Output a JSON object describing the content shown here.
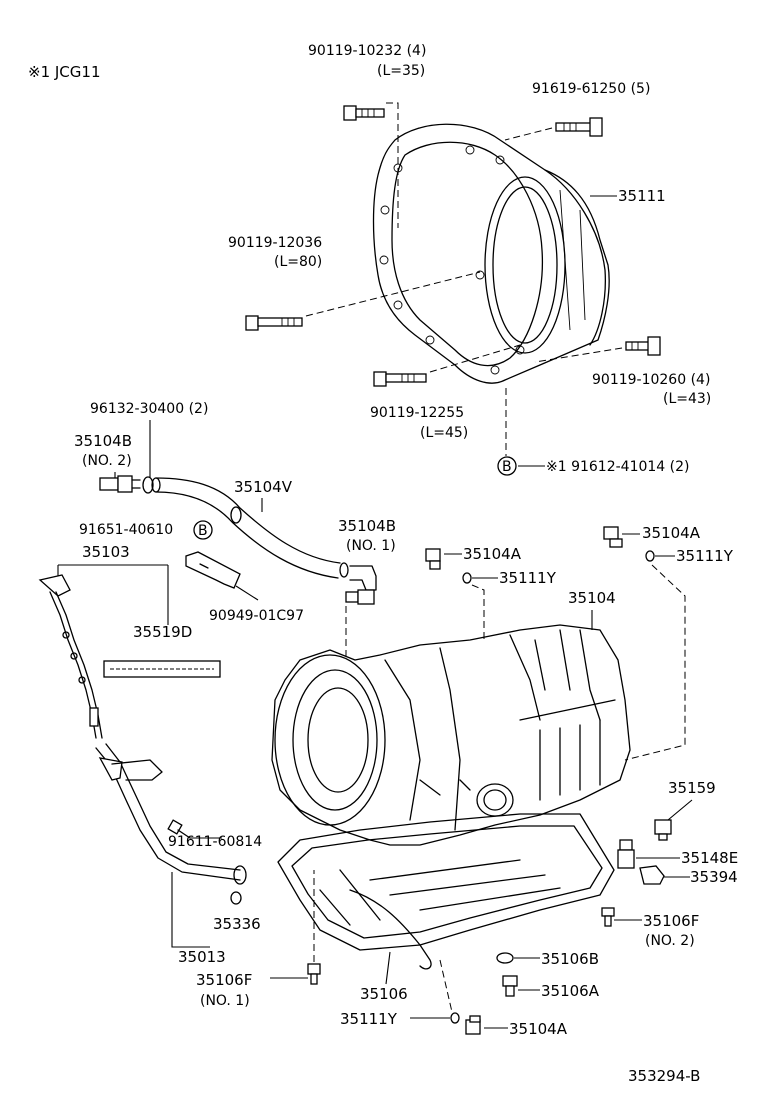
{
  "header": {
    "note": "※1  JCG11"
  },
  "labels": {
    "bolt_90119_10232": "90119-10232 (4)",
    "bolt_90119_10232_len": "(L=35)",
    "bolt_91619_61250": "91619-61250 (5)",
    "housing_35111": "35111",
    "bolt_90119_12036": "90119-12036",
    "bolt_90119_12036_len": "(L=80)",
    "bolt_90119_10260": "90119-10260 (4)",
    "bolt_90119_10260_len": "(L=43)",
    "bolt_90119_12255": "90119-12255",
    "bolt_90119_12255_len": "(L=45)",
    "ref_b_note": "※1 91612-41014 (2)",
    "clip_96132_30400": "96132-30400 (2)",
    "union_35104b_no2": "35104B",
    "union_35104b_no2_sub": "(NO. 2)",
    "hose_35104v": "35104V",
    "bolt_91651_40610": "91651-40610",
    "union_35104b_no1": "35104B",
    "union_35104b_no1_sub": "(NO. 1)",
    "plug_35104a_top_right": "35104A",
    "oring_35111y_top_right": "35111Y",
    "plug_35104a_left": "35104A",
    "oring_35111y_left": "35111Y",
    "gauge_35103": "35103",
    "case_35104": "35104",
    "bracket_90949_01c97": "90949-01C97",
    "plate_35519d": "35519D",
    "bolt_91611_60814": "91611-60814",
    "sensor_35159": "35159",
    "sensor_35148e": "35148E",
    "clip_35394": "35394",
    "oring_35336": "35336",
    "bolt_35106f_no2": "35106F",
    "bolt_35106f_no2_sub": "(NO. 2)",
    "tube_35013": "35013",
    "gasket_35106b": "35106B",
    "bolt_35106a": "35106A",
    "bolt_35106f_no1": "35106F",
    "bolt_35106f_no1_sub": "(NO. 1)",
    "pan_35106": "35106",
    "oring_35111y_bottom": "35111Y",
    "drain_35104a": "35104A",
    "circle_b": "B",
    "diagram_code": "353294-B"
  }
}
